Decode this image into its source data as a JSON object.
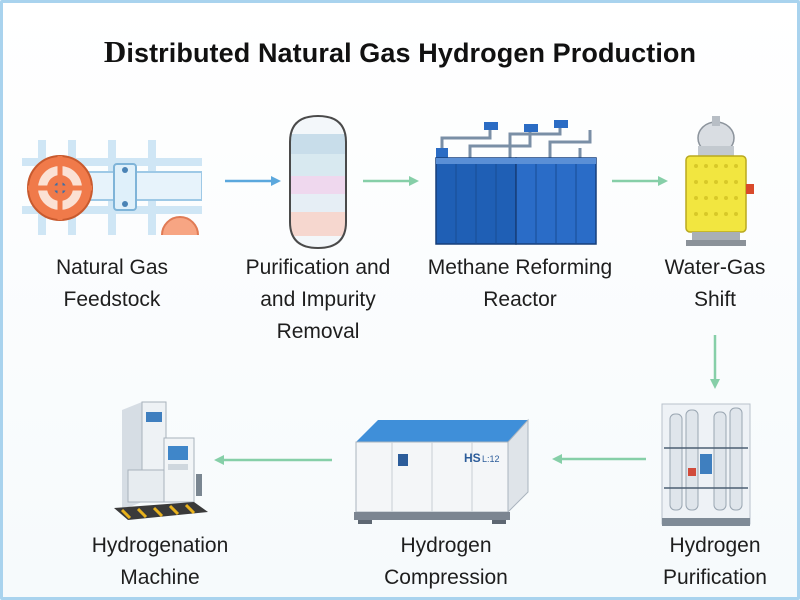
{
  "title": {
    "first_letter": "D",
    "rest": "istributed Natural Gas Hydrogen Production"
  },
  "colors": {
    "arrow_blue": "#5ba8dd",
    "arrow_green": "#86cfa8",
    "reactor_blue": "#1f5fb5",
    "shift_yellow": "#f2e640",
    "valve_orange": "#f07a4a",
    "frame_border": "#a9d3ee"
  },
  "steps": [
    {
      "id": "feedstock",
      "line1": "Natural Gas",
      "line2": "Feedstock",
      "line3": "",
      "icon": "pipe-valve-icon"
    },
    {
      "id": "purification",
      "line1": "Purification and",
      "line2": "and Impurity",
      "line3": "Removal",
      "icon": "purification-column-icon"
    },
    {
      "id": "reforming",
      "line1": "Methane Reforming",
      "line2": "Reactor",
      "line3": "",
      "icon": "reformer-reactor-icon"
    },
    {
      "id": "shift",
      "line1": "Water-Gas",
      "line2": "Shift",
      "line3": "",
      "icon": "shift-converter-icon"
    },
    {
      "id": "h2purification",
      "line1": "Hydrogen",
      "line2": "Purification",
      "line3": "",
      "icon": "psa-unit-icon"
    },
    {
      "id": "compression",
      "line1": "Hydrogen",
      "line2": "Compression",
      "line3": "",
      "icon": "compressor-container-icon"
    },
    {
      "id": "hydrogenation",
      "line1": "Hydrogenation",
      "line2": "Machine",
      "line3": "",
      "icon": "hydrogen-dispenser-icon"
    }
  ],
  "equipment_text": {
    "container_logo": "HS",
    "container_tag": "L:12"
  }
}
